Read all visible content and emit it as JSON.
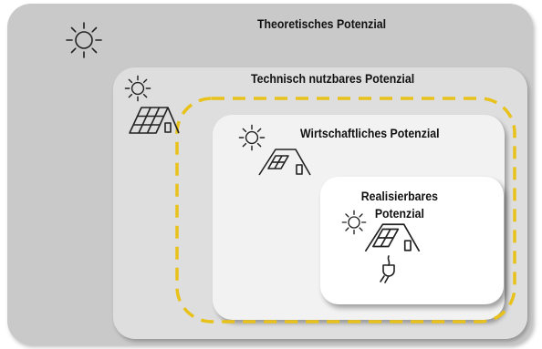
{
  "diagram": {
    "levels": [
      {
        "key": "theoretical",
        "label": "Theoretisches Potenzial"
      },
      {
        "key": "technical",
        "label": "Technisch nutzbares Potenzial"
      },
      {
        "key": "economic",
        "label": "Wirtschaftliches Potenzial"
      },
      {
        "key": "realizable",
        "label_line1": "Realisierbares",
        "label_line2": "Potenzial"
      }
    ],
    "colors": {
      "outer": "#c9c9c9",
      "technical": "#dedede",
      "economic": "#f2f2f2",
      "realizable": "#ffffff",
      "dashed_boundary": "#e8c21a"
    },
    "icons": [
      "sun-icon",
      "solar-roof-icon",
      "plug-icon"
    ]
  }
}
